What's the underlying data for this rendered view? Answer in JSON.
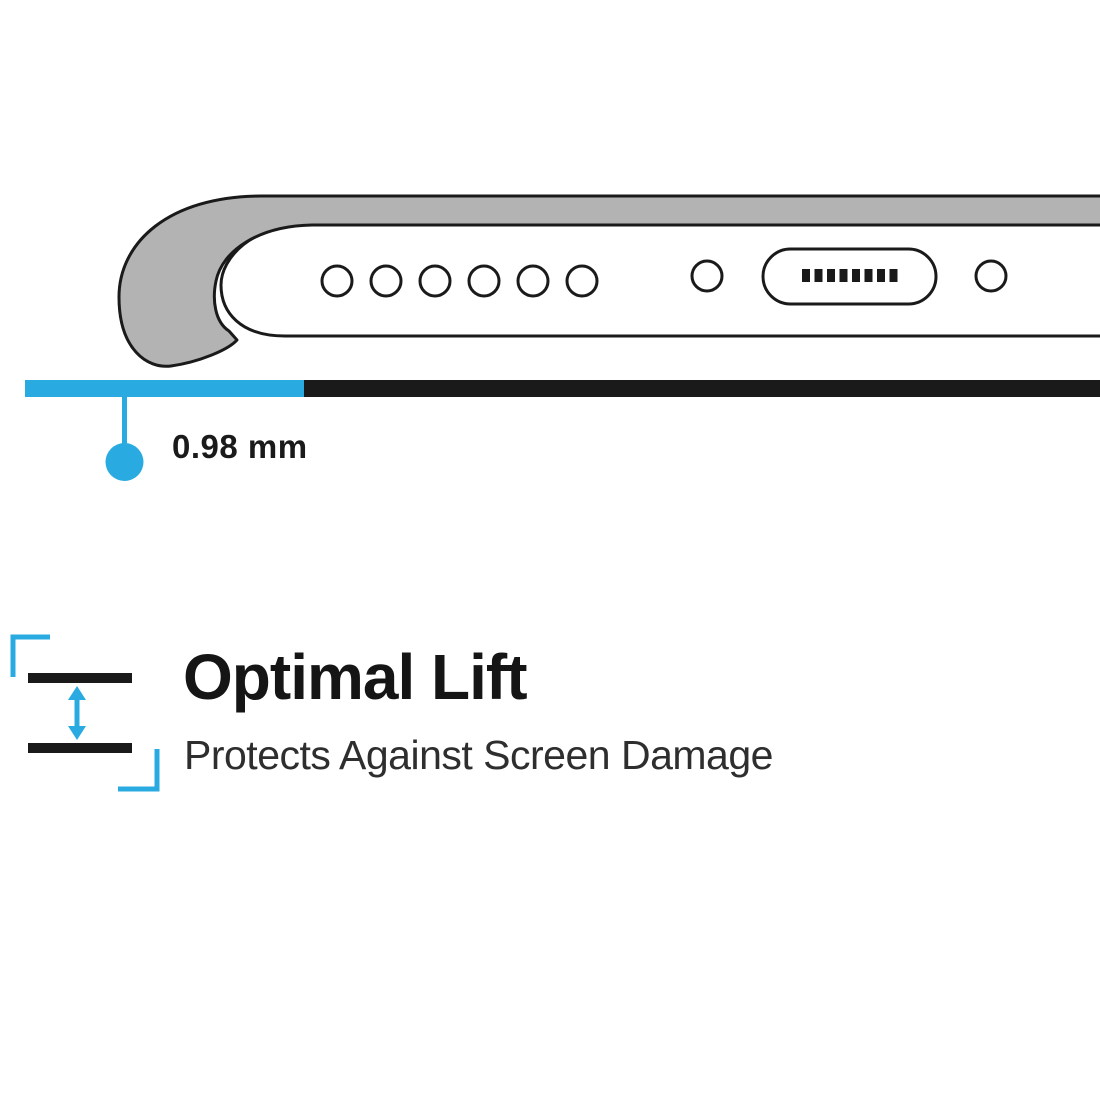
{
  "colors": {
    "accent": "#29abe2",
    "ink": "#1a1a1a",
    "case_gray": "#b3b3b3",
    "phone_white": "#ffffff"
  },
  "diagram": {
    "measurement_label": "0.98 mm"
  },
  "feature": {
    "title": "Optimal Lift",
    "subtitle": "Protects Against Screen Damage"
  }
}
